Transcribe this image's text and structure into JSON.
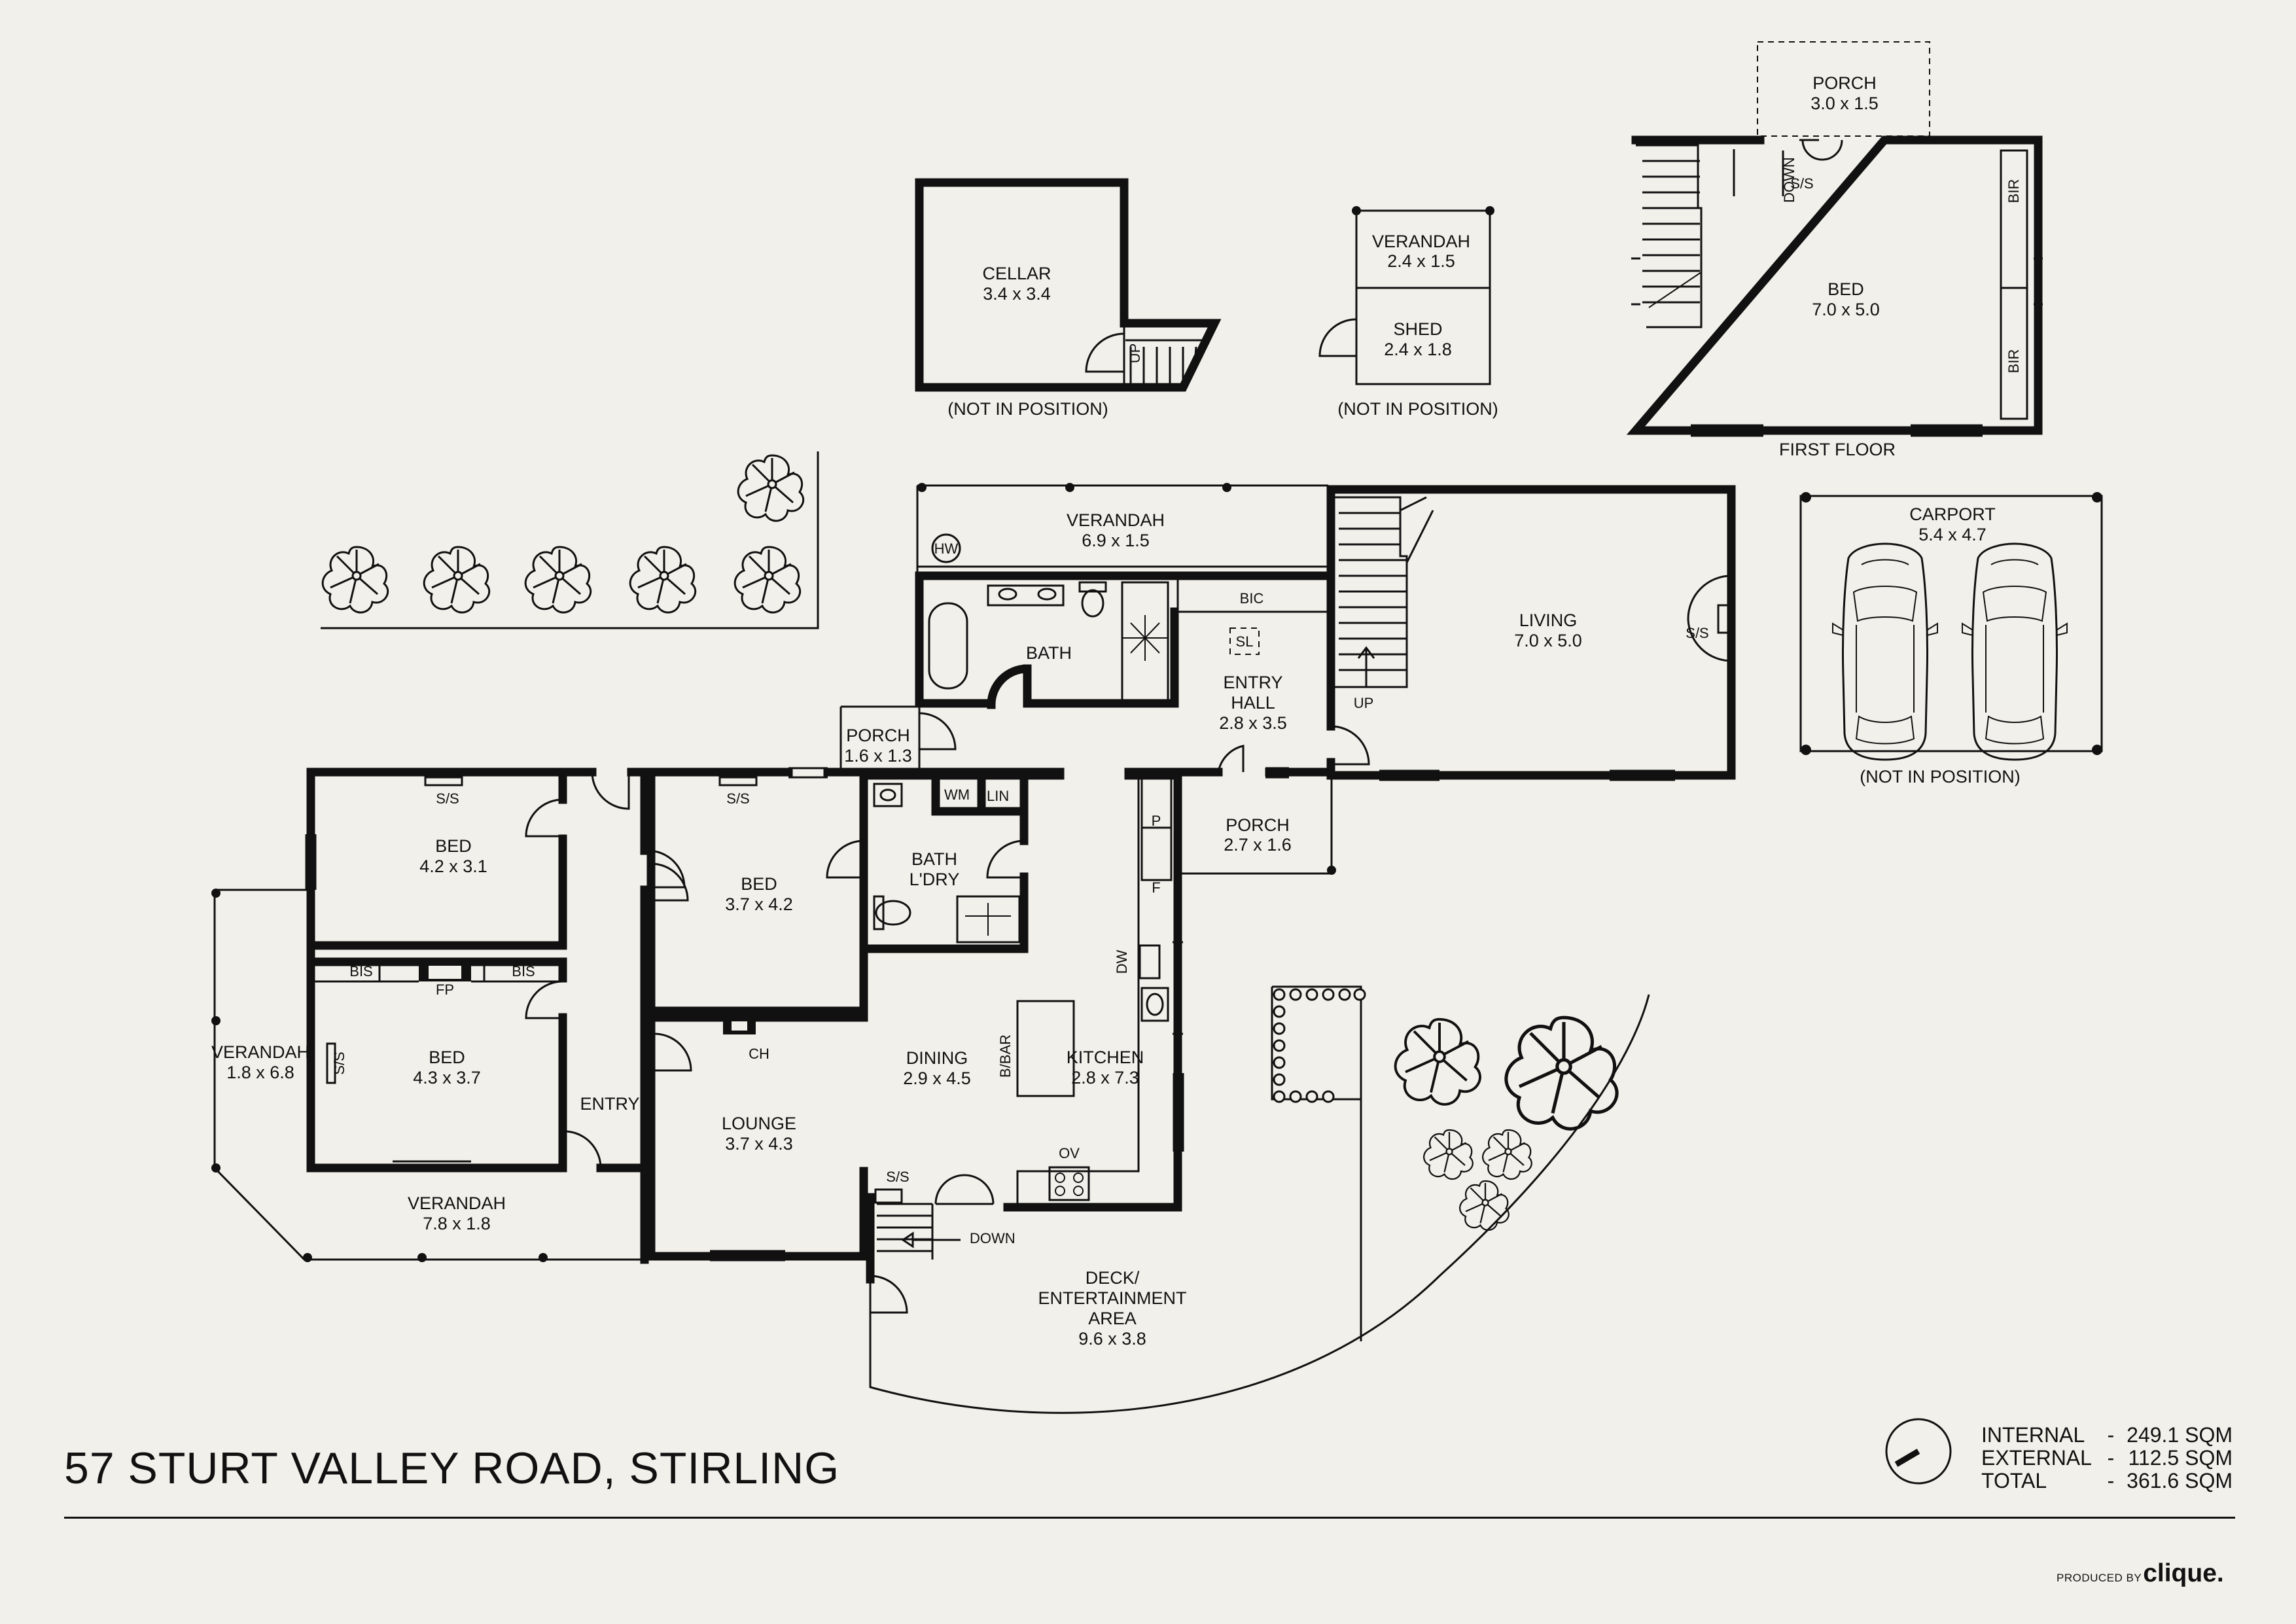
{
  "title": "57 STURT VALLEY ROAD, STIRLING",
  "areas": [
    {
      "name": "INTERNAL",
      "dash": "-",
      "value": "249.1 SQM"
    },
    {
      "name": "EXTERNAL",
      "dash": "-",
      "value": "112.5 SQM"
    },
    {
      "name": "TOTAL",
      "dash": "-",
      "value": "361.6 SQM"
    }
  ],
  "credit": {
    "prefix": "PRODUCED BY",
    "brand": "clique."
  },
  "rooms": {
    "porch_ff": {
      "name": "PORCH",
      "size": "3.0 x 1.5"
    },
    "bed_ff": {
      "name": "BED",
      "size": "7.0 x 5.0"
    },
    "cellar": {
      "name": "CELLAR",
      "size": "3.4 x 3.4"
    },
    "verandah_shed": {
      "name": "VERANDAH",
      "size": "2.4 x 1.5"
    },
    "shed": {
      "name": "SHED",
      "size": "2.4 x 1.8"
    },
    "verandah_top": {
      "name": "VERANDAH",
      "size": "6.9 x 1.5"
    },
    "living": {
      "name": "LIVING",
      "size": "7.0 x 5.0"
    },
    "carport": {
      "name": "CARPORT",
      "size": "5.4 x 4.7"
    },
    "bath": {
      "name": "BATH"
    },
    "entry_hall": {
      "name1": "ENTRY",
      "name2": "HALL",
      "size": "2.8 x 3.5"
    },
    "porch_small": {
      "name": "PORCH",
      "size": "1.6 x 1.3"
    },
    "bed1": {
      "name": "BED",
      "size": "4.2 x 3.1"
    },
    "bed2": {
      "name": "BED",
      "size": "3.7 x 4.2"
    },
    "bed3": {
      "name": "BED",
      "size": "4.3 x 3.7"
    },
    "bath_ldry": {
      "name1": "BATH",
      "name2": "L'DRY"
    },
    "porch_mid": {
      "name": "PORCH",
      "size": "2.7 x 1.6"
    },
    "verandah_left": {
      "name": "VERANDAH",
      "size": "1.8 x 6.8"
    },
    "dining": {
      "name": "DINING",
      "size": "2.9 x 4.5"
    },
    "kitchen": {
      "name": "KITCHEN",
      "size": "2.8 x 7.3"
    },
    "entry": {
      "name": "ENTRY"
    },
    "lounge": {
      "name": "LOUNGE",
      "size": "3.7 x 4.3"
    },
    "verandah_bottom": {
      "name": "VERANDAH",
      "size": "7.8 x 1.8"
    },
    "deck": {
      "name1": "DECK/",
      "name2": "ENTERTAINMENT",
      "name3": "AREA",
      "size": "9.6 x 3.8"
    }
  },
  "labels": {
    "first_floor": "FIRST FLOOR",
    "not_in_position": "(NOT IN POSITION)",
    "down": "DOWN",
    "up": "UP",
    "ss": "S/S",
    "bir": "BIR",
    "bic": "BIC",
    "sl": "SL",
    "hw": "HW",
    "wm": "WM",
    "lin": "LIN",
    "bis": "BIS",
    "fp": "FP",
    "ch": "CH",
    "bbar": "B/BAR",
    "ov": "OV",
    "dw": "DW",
    "p": "P",
    "f": "F"
  }
}
